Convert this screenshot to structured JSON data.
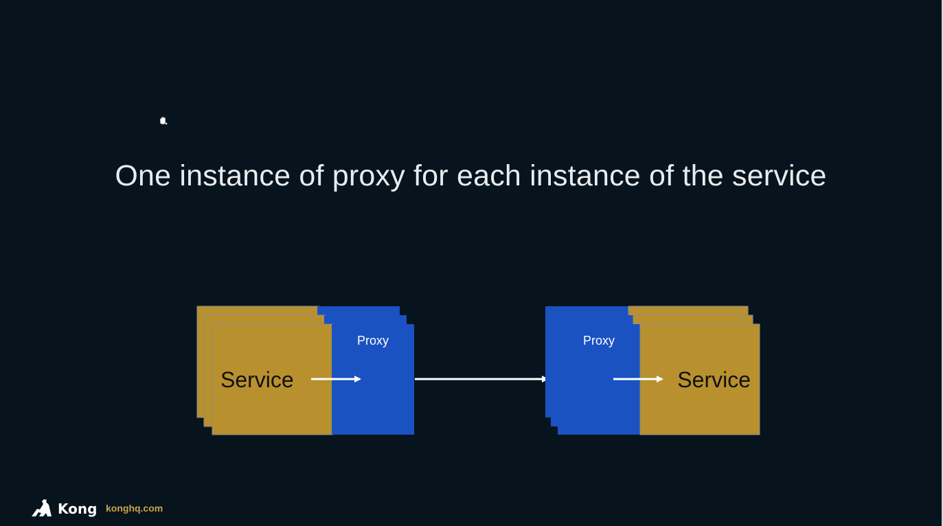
{
  "slide": {
    "title": "One instance of proxy for each instance of the service"
  },
  "diagram": {
    "left_group": {
      "service_label": "Service",
      "proxy_label": "Proxy"
    },
    "right_group": {
      "service_label": "Service",
      "proxy_label": "Proxy"
    },
    "colors": {
      "service": "#b8912e",
      "proxy": "#1a52c2",
      "arrow": "#ffffff",
      "background": "#07141d"
    }
  },
  "footer": {
    "brand": "Kong",
    "url": "konghq.com"
  },
  "cursor": {
    "icon": "hand-grab-icon"
  }
}
